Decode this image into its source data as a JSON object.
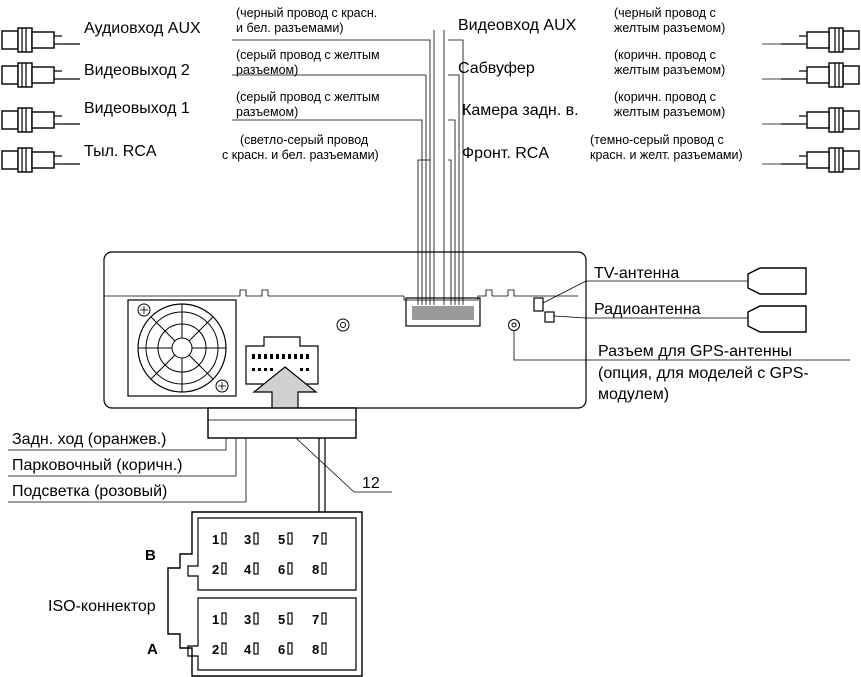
{
  "rca_left": [
    {
      "label": "Аудиовход AUX",
      "note1": "(черный провод с красн.",
      "note2": "и бел. разъемами)"
    },
    {
      "label": "Видеовыход 2",
      "note1": "(серый провод с желтым",
      "note2": "разъемом)"
    },
    {
      "label": "Видеовыход 1",
      "note1": "(серый провод с желтым",
      "note2": "разъемом)"
    },
    {
      "label": "Тыл. RCA",
      "note1": "(светло-серый провод",
      "note2": "с красн. и бел. разъемами)"
    }
  ],
  "rca_right": [
    {
      "label": "Видеовход AUX",
      "note1": "(черный провод с",
      "note2": "желтым разъемом)"
    },
    {
      "label": "Сабвуфер",
      "note1": "(коричн. провод с",
      "note2": "желтым разъемом)"
    },
    {
      "label": "Камера задн. в.",
      "note1": "(коричн. провод с",
      "note2": "желтым разъемом)"
    },
    {
      "label": "Фронт. RCA",
      "note1": "(темно-серый провод с",
      "note2": "красн. и желт. разъемами)"
    }
  ],
  "antennas": {
    "tv": "TV-антенна",
    "radio": "Радиоантенна",
    "gps_line1": "Разъем для GPS-антенны",
    "gps_line2": "(опция, для моделей с GPS-",
    "gps_line3": "модулем)"
  },
  "wires": {
    "reverse": "Задн. ход (оранжев.)",
    "parking": "Парковочный (коричн.)",
    "illumination": "Подсветка (розовый)",
    "callout": "12"
  },
  "iso": {
    "label": "ISO-коннектор",
    "block_b": "B",
    "block_a": "A",
    "row1": [
      "1",
      "3",
      "5",
      "7"
    ],
    "row2": [
      "2",
      "4",
      "6",
      "8"
    ]
  }
}
